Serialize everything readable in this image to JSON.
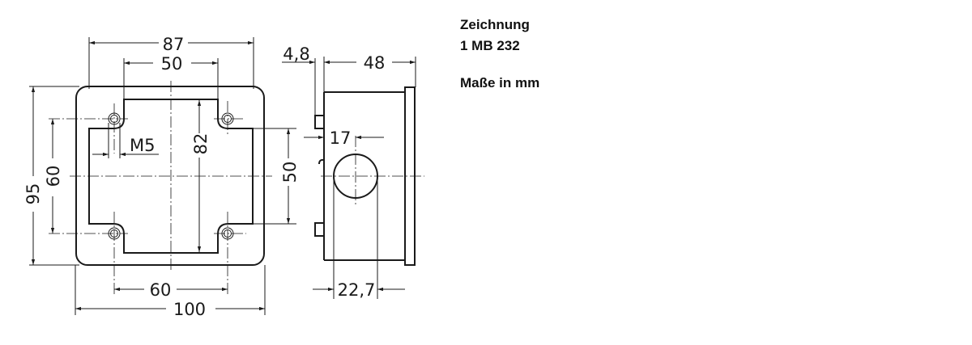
{
  "info": {
    "line1": "Zeichnung",
    "line2": "1 MB 232",
    "line3": "Maße in mm"
  },
  "front_view": {
    "dim_overall_width": "87",
    "dim_inner_width_top": "50",
    "dim_thread": "M5",
    "dim_inner_height": "82",
    "dim_height_overall": "95",
    "dim_hole_spacing_vertical": "60",
    "dim_right_opening": "50",
    "dim_hole_spacing_horizontal": "60",
    "dim_total_width": "100"
  },
  "side_view": {
    "dim_flange": "4,8",
    "dim_depth": "48",
    "dim_hole_offset": "17",
    "dim_hole_diameter": "22,7"
  }
}
